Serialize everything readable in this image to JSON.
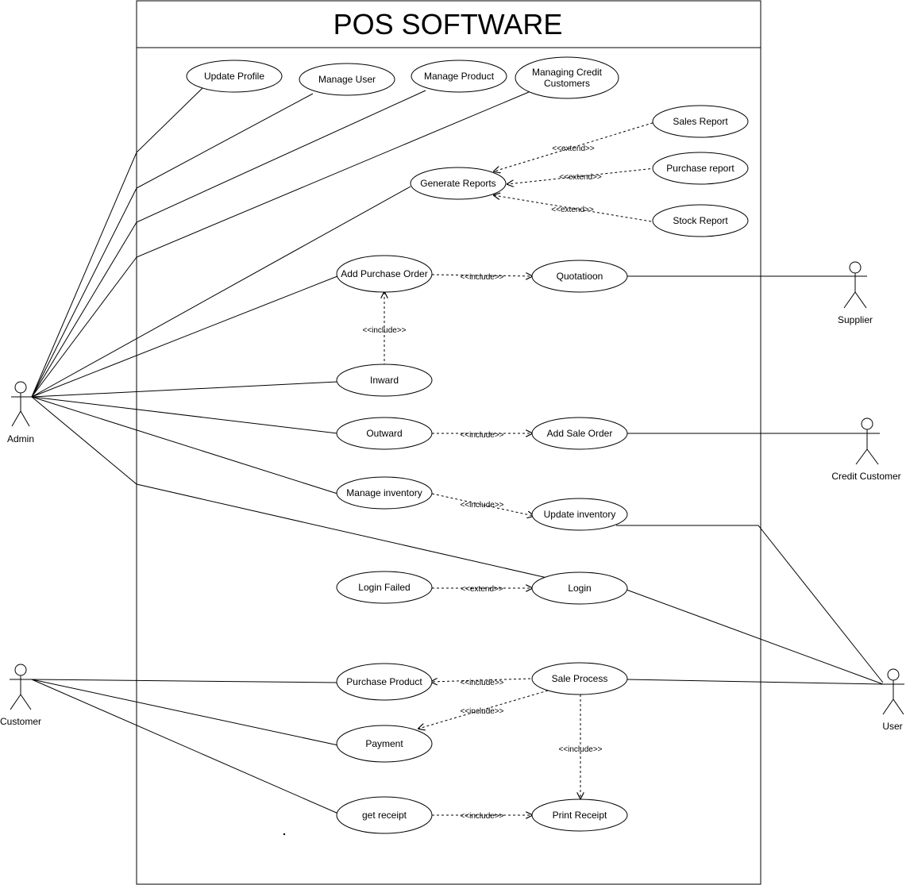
{
  "system": {
    "title": "POS SOFTWARE"
  },
  "actors": {
    "admin": "Admin",
    "supplier": "Supplier",
    "credit_customer": "Credit Customer",
    "customer": "Customer",
    "user": "User"
  },
  "use_cases": {
    "update_profile": "Update Profile",
    "manage_user": "Manage User",
    "manage_product": "Manage Product",
    "managing_credit_line1": "Managing Credit",
    "managing_credit_line2": "Customers",
    "sales_report": "Sales Report",
    "purchase_report": "Purchase report",
    "stock_report": "Stock Report",
    "generate_reports": "Generate Reports",
    "add_purchase_order": "Add Purchase Order",
    "quotation": "Quotatioon",
    "inward": "Inward",
    "outward": "Outward",
    "add_sale_order": "Add Sale Order",
    "manage_inventory": "Manage inventory",
    "update_inventory": "Update inventory",
    "login_failed": "Login Failed",
    "login": "Login",
    "purchase_product": "Purchase Product",
    "sale_process": "Sale Process",
    "payment": "Payment",
    "get_receipt": "get receipt",
    "print_receipt": "Print Receipt"
  },
  "relations": {
    "extend": "<<extend>>",
    "include": "<<include>>"
  },
  "colors": {
    "stroke": "#000000",
    "background": "#ffffff"
  }
}
